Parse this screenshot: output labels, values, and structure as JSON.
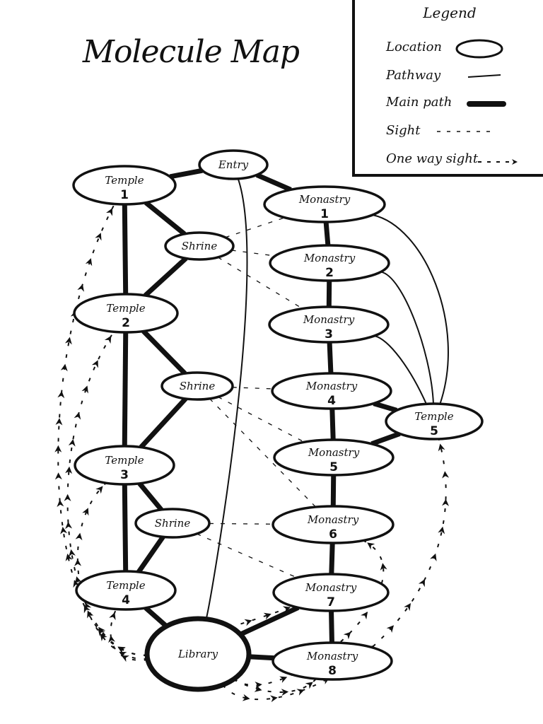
{
  "title": "Molecule Map",
  "legend": {
    "title": "Legend",
    "items": [
      {
        "label": "Location",
        "kind": "location"
      },
      {
        "label": "Pathway",
        "kind": "pathway"
      },
      {
        "label": "Main path",
        "kind": "main-path"
      },
      {
        "label": "Sight",
        "kind": "sight"
      },
      {
        "label": "One way sight",
        "kind": "one-way-sight"
      }
    ]
  },
  "nodes": [
    {
      "id": "entry",
      "label": "Entry",
      "num": ""
    },
    {
      "id": "temple1",
      "label": "Temple",
      "num": "1"
    },
    {
      "id": "temple2",
      "label": "Temple",
      "num": "2"
    },
    {
      "id": "temple3",
      "label": "Temple",
      "num": "3"
    },
    {
      "id": "temple4",
      "label": "Temple",
      "num": "4"
    },
    {
      "id": "temple5",
      "label": "Temple",
      "num": "5"
    },
    {
      "id": "shrine1",
      "label": "Shrine",
      "num": ""
    },
    {
      "id": "shrine2",
      "label": "Shrine",
      "num": ""
    },
    {
      "id": "shrine3",
      "label": "Shrine",
      "num": ""
    },
    {
      "id": "monastry1",
      "label": "Monastry",
      "num": "1"
    },
    {
      "id": "monastry2",
      "label": "Monastry",
      "num": "2"
    },
    {
      "id": "monastry3",
      "label": "Monastry",
      "num": "3"
    },
    {
      "id": "monastry4",
      "label": "Monastry",
      "num": "4"
    },
    {
      "id": "monastry5",
      "label": "Monastry",
      "num": "5"
    },
    {
      "id": "monastry6",
      "label": "Monastry",
      "num": "6"
    },
    {
      "id": "monastry7",
      "label": "Monastry",
      "num": "7"
    },
    {
      "id": "monastry8",
      "label": "Monastry",
      "num": "8"
    },
    {
      "id": "library",
      "label": "Library",
      "num": ""
    }
  ],
  "edges": [
    {
      "from": "entry",
      "to": "temple1",
      "type": "main"
    },
    {
      "from": "entry",
      "to": "monastry1",
      "type": "main"
    },
    {
      "from": "temple1",
      "to": "temple2",
      "type": "main"
    },
    {
      "from": "temple2",
      "to": "temple3",
      "type": "main"
    },
    {
      "from": "temple3",
      "to": "temple4",
      "type": "main"
    },
    {
      "from": "temple1",
      "to": "shrine1",
      "type": "main"
    },
    {
      "from": "shrine1",
      "to": "temple2",
      "type": "main"
    },
    {
      "from": "temple2",
      "to": "shrine2",
      "type": "main"
    },
    {
      "from": "shrine2",
      "to": "temple3",
      "type": "main"
    },
    {
      "from": "temple3",
      "to": "shrine3",
      "type": "main"
    },
    {
      "from": "shrine3",
      "to": "temple4",
      "type": "main"
    },
    {
      "from": "temple4",
      "to": "library",
      "type": "main"
    },
    {
      "from": "monastry1",
      "to": "monastry2",
      "type": "main"
    },
    {
      "from": "monastry2",
      "to": "monastry3",
      "type": "main"
    },
    {
      "from": "monastry3",
      "to": "monastry4",
      "type": "main"
    },
    {
      "from": "monastry4",
      "to": "monastry5",
      "type": "main"
    },
    {
      "from": "monastry5",
      "to": "monastry6",
      "type": "main"
    },
    {
      "from": "monastry6",
      "to": "monastry7",
      "type": "main"
    },
    {
      "from": "monastry7",
      "to": "monastry8",
      "type": "main"
    },
    {
      "from": "monastry4",
      "to": "temple5",
      "type": "main"
    },
    {
      "from": "monastry5",
      "to": "temple5",
      "type": "main"
    },
    {
      "from": "monastry7",
      "to": "library",
      "type": "main"
    },
    {
      "from": "monastry8",
      "to": "library",
      "type": "main"
    },
    {
      "from": "entry",
      "to": "library",
      "type": "path"
    },
    {
      "from": "monastry1",
      "to": "temple5",
      "type": "path"
    },
    {
      "from": "monastry2",
      "to": "temple5",
      "type": "path"
    },
    {
      "from": "monastry3",
      "to": "temple5",
      "type": "path"
    },
    {
      "from": "shrine1",
      "to": "monastry1",
      "type": "sight"
    },
    {
      "from": "shrine1",
      "to": "monastry2",
      "type": "sight"
    },
    {
      "from": "shrine1",
      "to": "monastry3",
      "type": "sight"
    },
    {
      "from": "shrine2",
      "to": "monastry4",
      "type": "sight"
    },
    {
      "from": "shrine2",
      "to": "monastry5",
      "type": "sight"
    },
    {
      "from": "shrine2",
      "to": "monastry6",
      "type": "sight"
    },
    {
      "from": "shrine3",
      "to": "monastry6",
      "type": "sight"
    },
    {
      "from": "shrine3",
      "to": "monastry7",
      "type": "sight"
    }
  ],
  "one_way_sights": [
    {
      "from": "library",
      "to": "temple1"
    },
    {
      "from": "library",
      "to": "temple2"
    },
    {
      "from": "library",
      "to": "temple3"
    },
    {
      "from": "library",
      "to": "temple4"
    },
    {
      "from": "library",
      "to": "monastry6"
    },
    {
      "from": "library",
      "to": "temple5"
    },
    {
      "from": "library",
      "to": "monastry7"
    },
    {
      "from": "library",
      "to": "monastry8"
    }
  ]
}
